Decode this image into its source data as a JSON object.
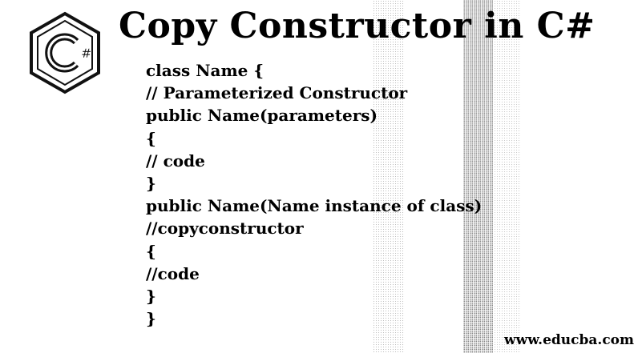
{
  "title": "Copy Constructor in C#",
  "logo": {
    "icon": "csharp-hexagon-logo",
    "letter": "C",
    "symbol": "#"
  },
  "code_lines": [
    "class Name {",
    "// Parameterized Constructor",
    "public Name(parameters)",
    "{",
    "// code",
    "}",
    "public Name(Name instance of class)",
    "//copyconstructor",
    "{",
    "//code",
    "}",
    "}"
  ],
  "footer": {
    "url": "www.educba.com"
  }
}
